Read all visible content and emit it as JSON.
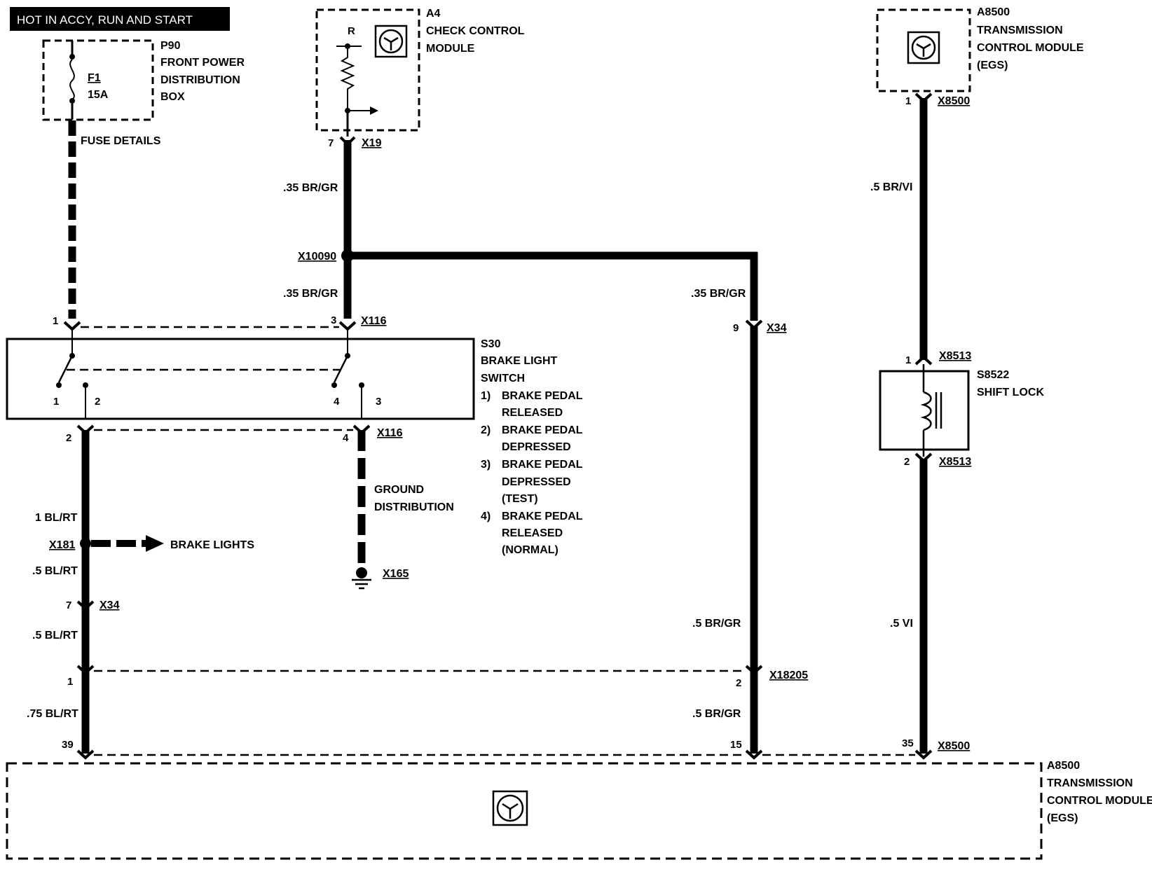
{
  "header": {
    "title": "HOT IN ACCY, RUN AND START"
  },
  "components": {
    "p90": {
      "id": "P90",
      "lines": [
        "FRONT POWER",
        "DISTRIBUTION",
        "BOX"
      ],
      "fuse_id": "F1",
      "fuse_rating": "15A",
      "fuse_details": "FUSE DETAILS"
    },
    "a4": {
      "id": "A4",
      "lines": [
        "CHECK CONTROL",
        "MODULE"
      ],
      "r_label": "R"
    },
    "a8500_top": {
      "id": "A8500",
      "lines": [
        "TRANSMISSION",
        "CONTROL MODULE",
        "(EGS)"
      ]
    },
    "s30": {
      "id": "S30",
      "lines": [
        "BRAKE LIGHT",
        "SWITCH"
      ],
      "states": [
        {
          "num": "1)",
          "text": [
            "BRAKE PEDAL",
            "RELEASED"
          ]
        },
        {
          "num": "2)",
          "text": [
            "BRAKE PEDAL",
            "DEPRESSED"
          ]
        },
        {
          "num": "3)",
          "text": [
            "BRAKE PEDAL",
            "DEPRESSED",
            "(TEST)"
          ]
        },
        {
          "num": "4)",
          "text": [
            "BRAKE PEDAL",
            "RELEASED",
            "(NORMAL)"
          ]
        }
      ],
      "terminals": [
        "1",
        "2",
        "4",
        "3"
      ]
    },
    "s8522": {
      "id": "S8522",
      "lines": [
        "SHIFT LOCK"
      ]
    },
    "a8500_bottom": {
      "id": "A8500",
      "lines": [
        "TRANSMISSION",
        "CONTROL MODULE",
        "(EGS)"
      ]
    }
  },
  "wires": {
    "w_a4_x10090": ".35 BR/GR",
    "w_x10090_s30": ".35 BR/GR",
    "w_x10090_x34": ".35 BR/GR",
    "w_egs_top": ".5 BR/VI",
    "w_shift_lower": ".5 VI",
    "w_s30_x181": "1 BL/RT",
    "w_x181_x34": ".5 BL/RT",
    "w_x34_x18205": ".5 BL/RT",
    "w_x18205_egs": ".75 BL/RT",
    "w_x34_x18205_right": ".5 BR/GR",
    "w_x18205_egs_right": ".5 BR/GR"
  },
  "connectors": {
    "x19": "X19",
    "x10090": "X10090",
    "x116_top": "X116",
    "x116_bottom": "X116",
    "x34_right": "X34",
    "x34_left": "X34",
    "x181": "X181",
    "x165": "X165",
    "x18205": "X18205",
    "x8500_top": "X8500",
    "x8513_top": "X8513",
    "x8513_bottom": "X8513",
    "x8500_bottom": "X8500"
  },
  "pins": {
    "p90_out": "1",
    "a4_pin": "7",
    "s30_in1": "1",
    "s30_in3": "3",
    "s30_out2": "2",
    "s30_out4": "4",
    "x34_right_pin": "9",
    "x34_left_pin": "7",
    "x18205_left": "1",
    "x18205_right": "2",
    "egs_pin39": "39",
    "egs_pin15": "15",
    "egs_pin35": "35",
    "x8500_top_pin": "1",
    "x8513_top_pin": "1",
    "x8513_bottom_pin": "2"
  },
  "labels": {
    "brake_lights": "BRAKE LIGHTS",
    "ground_distribution": [
      "GROUND",
      "DISTRIBUTION"
    ]
  }
}
